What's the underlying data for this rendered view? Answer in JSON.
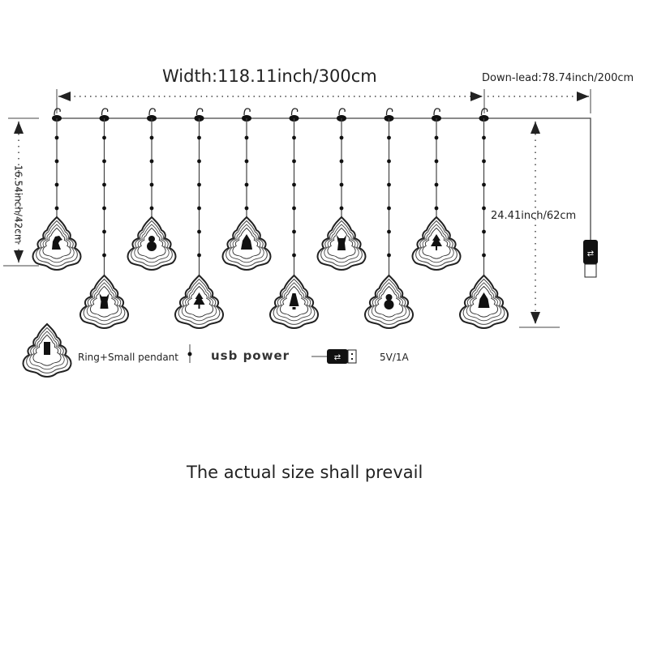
{
  "dimensions": {
    "width": "Width:118.11inch/300cm",
    "down_lead": "Down-lead:78.74inch/200cm",
    "short_drop": "16.54inch/42cm",
    "long_drop": "24.41inch/62cm"
  },
  "strands": [
    {
      "icon": "horse-icon",
      "length": "short"
    },
    {
      "icon": "reindeer-icon",
      "length": "long"
    },
    {
      "icon": "snowman-icon",
      "length": "short"
    },
    {
      "icon": "tree-icon",
      "length": "long"
    },
    {
      "icon": "santa-icon",
      "length": "short"
    },
    {
      "icon": "bell-icon",
      "length": "long"
    },
    {
      "icon": "reindeer-icon",
      "length": "short"
    },
    {
      "icon": "snowman-icon",
      "length": "long"
    },
    {
      "icon": "tree-icon",
      "length": "short"
    },
    {
      "icon": "santa-icon",
      "length": "long"
    }
  ],
  "legend": {
    "ring_label": "Ring+Small pendant",
    "usb_label": "usb power",
    "voltage": "5V/1A"
  },
  "note": "The actual size shall prevail",
  "colors": {
    "line": "#333333",
    "text": "#222222"
  }
}
